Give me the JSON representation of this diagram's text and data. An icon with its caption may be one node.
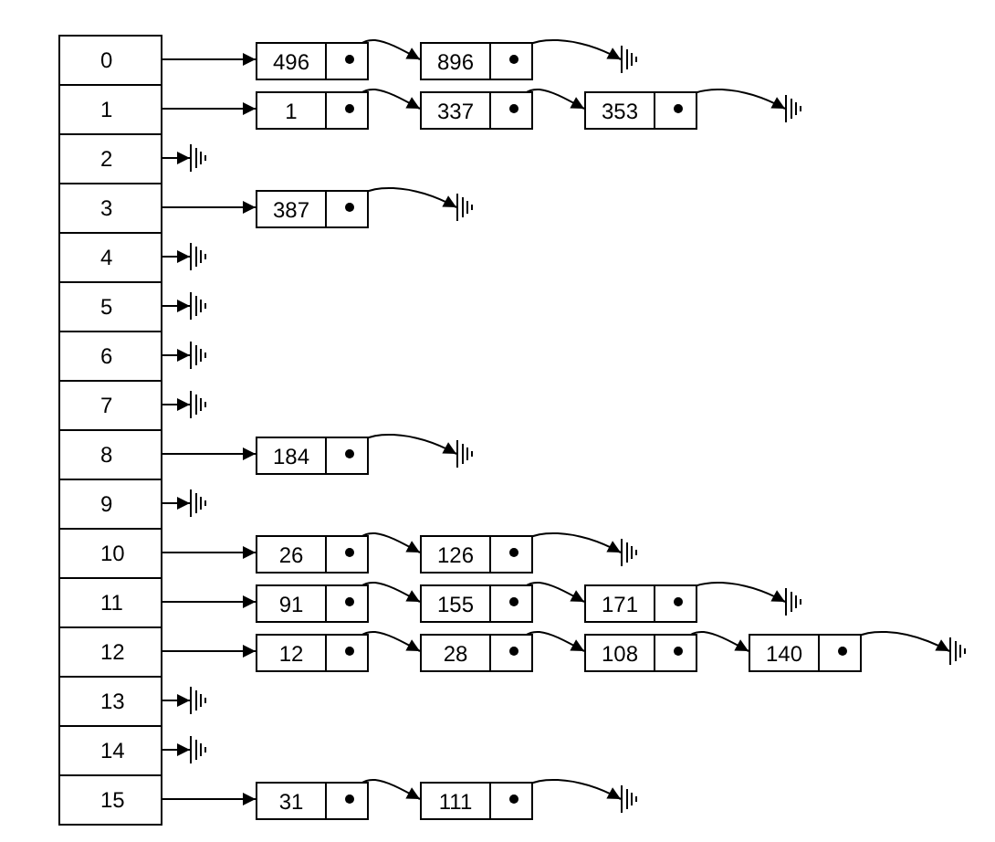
{
  "diagram": {
    "nodes": [
      {
        "text": [
          "0"
        ]
      },
      {
        "text": [
          "1"
        ]
      },
      {
        "text": [
          "2"
        ]
      },
      {
        "text": [
          "3"
        ]
      },
      {
        "text": [
          "4"
        ]
      },
      {
        "text": [
          "5"
        ]
      },
      {
        "text": [
          "6"
        ]
      },
      {
        "text": [
          "7"
        ]
      },
      {
        "text": [
          "8"
        ]
      },
      {
        "text": [
          "9"
        ]
      },
      {
        "text": [
          "10"
        ]
      },
      {
        "text": [
          "11"
        ]
      },
      {
        "text": [
          "12"
        ]
      },
      {
        "text": [
          "13"
        ]
      },
      {
        "text": [
          "14"
        ]
      },
      {
        "text": [
          "15"
        ]
      },
      {
        "text": [
          "496"
        ]
      },
      {
        "text": [
          "896"
        ]
      },
      {
        "text": [],
        "shape": "ground"
      },
      {
        "text": [
          "1"
        ]
      },
      {
        "text": [
          "337"
        ]
      },
      {
        "text": [
          "353"
        ]
      },
      {
        "text": [],
        "shape": "ground"
      },
      {
        "text": [],
        "shape": "ground"
      },
      {
        "text": [
          "387"
        ]
      },
      {
        "text": [],
        "shape": "ground"
      },
      {
        "text": [],
        "shape": "ground"
      },
      {
        "text": [],
        "shape": "ground"
      },
      {
        "text": [],
        "shape": "ground"
      },
      {
        "text": [],
        "shape": "ground"
      },
      {
        "text": [
          "184"
        ]
      },
      {
        "text": [],
        "shape": "ground"
      },
      {
        "text": [],
        "shape": "ground"
      },
      {
        "text": [
          "26"
        ]
      },
      {
        "text": [
          "126"
        ]
      },
      {
        "text": [],
        "shape": "ground"
      },
      {
        "text": [
          "91"
        ]
      },
      {
        "text": [
          "155"
        ]
      },
      {
        "text": [
          "171"
        ]
      },
      {
        "text": [],
        "shape": "ground"
      },
      {
        "text": [
          "12"
        ]
      },
      {
        "text": [
          "28"
        ]
      },
      {
        "text": [
          "108"
        ]
      },
      {
        "text": [
          "140"
        ]
      },
      {
        "text": [],
        "shape": "ground"
      },
      {
        "text": [],
        "shape": "ground"
      },
      {
        "text": [],
        "shape": "ground"
      },
      {
        "text": [
          "31"
        ]
      },
      {
        "text": [
          "111"
        ]
      },
      {
        "text": [],
        "shape": "ground"
      }
    ],
    "edges": [
      {
        "from": 0,
        "to": 16,
        "arrow": "to"
      },
      {
        "from": 16,
        "to": 17,
        "arrow": "to"
      },
      {
        "from": 17,
        "to": 18,
        "arrow": "to"
      },
      {
        "from": 1,
        "to": 19,
        "arrow": "to"
      },
      {
        "from": 19,
        "to": 20,
        "arrow": "to"
      },
      {
        "from": 20,
        "to": 21,
        "arrow": "to"
      },
      {
        "from": 21,
        "to": 22,
        "arrow": "to"
      },
      {
        "from": 2,
        "to": 23,
        "arrow": "to"
      },
      {
        "from": 3,
        "to": 24,
        "arrow": "to"
      },
      {
        "from": 24,
        "to": 25,
        "arrow": "to"
      },
      {
        "from": 4,
        "to": 26,
        "arrow": "to"
      },
      {
        "from": 5,
        "to": 27,
        "arrow": "to"
      },
      {
        "from": 6,
        "to": 28,
        "arrow": "to"
      },
      {
        "from": 7,
        "to": 29,
        "arrow": "to"
      },
      {
        "from": 8,
        "to": 30,
        "arrow": "to"
      },
      {
        "from": 30,
        "to": 31,
        "arrow": "to"
      },
      {
        "from": 9,
        "to": 32,
        "arrow": "to"
      },
      {
        "from": 10,
        "to": 33,
        "arrow": "to"
      },
      {
        "from": 33,
        "to": 34,
        "arrow": "to"
      },
      {
        "from": 34,
        "to": 35,
        "arrow": "to"
      },
      {
        "from": 11,
        "to": 36,
        "arrow": "to"
      },
      {
        "from": 36,
        "to": 37,
        "arrow": "to"
      },
      {
        "from": 37,
        "to": 38,
        "arrow": "to"
      },
      {
        "from": 38,
        "to": 39,
        "arrow": "to"
      },
      {
        "from": 12,
        "to": 40,
        "arrow": "to"
      },
      {
        "from": 40,
        "to": 41,
        "arrow": "to"
      },
      {
        "from": 41,
        "to": 42,
        "arrow": "to"
      },
      {
        "from": 42,
        "to": 43,
        "arrow": "to"
      },
      {
        "from": 43,
        "to": 44,
        "arrow": "to"
      },
      {
        "from": 13,
        "to": 45,
        "arrow": "to"
      },
      {
        "from": 14,
        "to": 46,
        "arrow": "to"
      },
      {
        "from": 15,
        "to": 47,
        "arrow": "to"
      },
      {
        "from": 47,
        "to": 48,
        "arrow": "to"
      },
      {
        "from": 48,
        "to": 49,
        "arrow": "to"
      }
    ]
  }
}
